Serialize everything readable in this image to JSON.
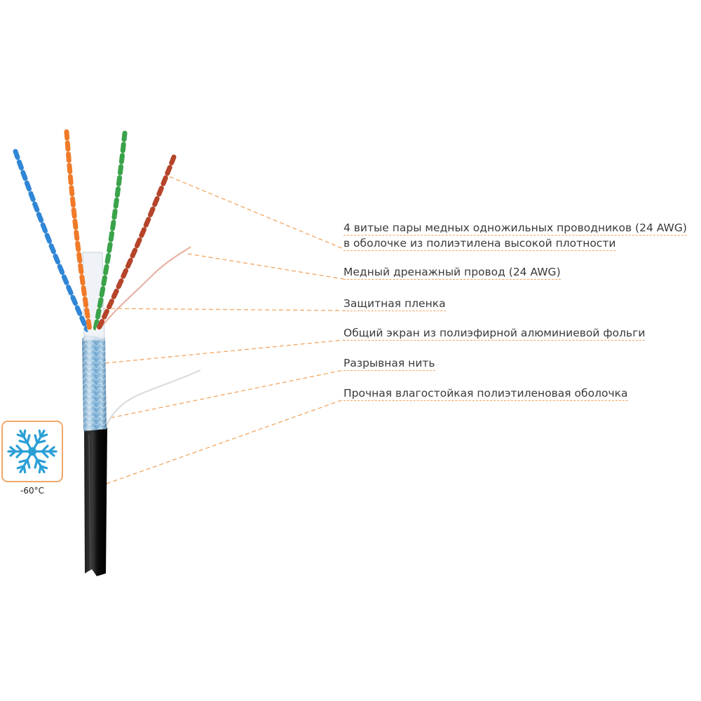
{
  "callouts": [
    {
      "lines": [
        "4 витые пары медных одножильных проводников (24 AWG)",
        "в оболочке из полиэтилена высокой плотности"
      ]
    },
    {
      "lines": [
        "Медный дренажный провод (24 AWG)"
      ]
    },
    {
      "lines": [
        "Защитная пленка"
      ]
    },
    {
      "lines": [
        "Общий экран из полиэфирной алюминиевой фольги"
      ]
    },
    {
      "lines": [
        "Разрывная нить"
      ]
    },
    {
      "lines": [
        "Прочная влагостойкая полиэтиленовая оболочка"
      ]
    }
  ],
  "temperature": {
    "label": "-60°С",
    "icon": "snowflake-icon",
    "icon_color": "#2a9fd6"
  },
  "colors": {
    "leader": "#f2a561",
    "pair_colors": [
      "#2f86d6",
      "#f07a28",
      "#3aa34a",
      "#b5442a"
    ],
    "drain": "#e8b3a4",
    "foil": "#7fb3d6",
    "jacket": "#0f0f0f",
    "ripcord": "#e6e6e6"
  }
}
